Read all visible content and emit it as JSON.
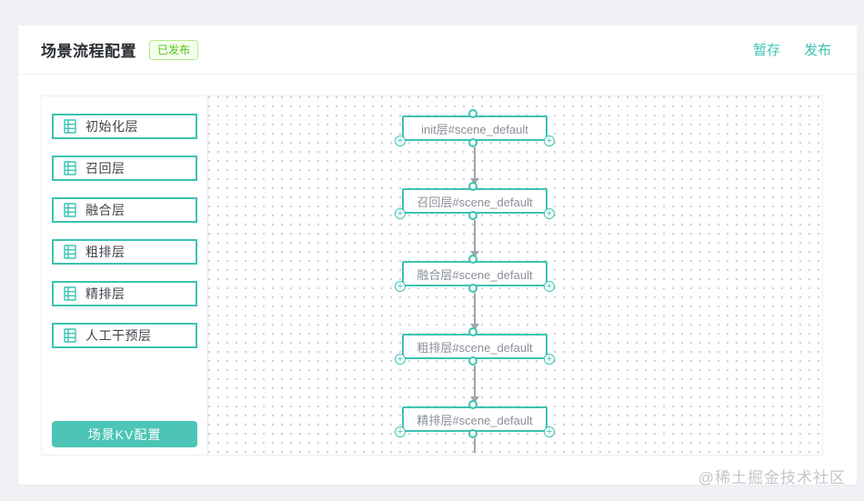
{
  "page": {
    "title": "场景流程配置",
    "status_badge": "已发布",
    "actions": {
      "save_draft": "暂存",
      "publish": "发布"
    },
    "watermark": "@稀土掘金技术社区"
  },
  "colors": {
    "accent_teal": "#3cc3b2",
    "button_teal": "#4cc5b6",
    "badge_green": "#52c41a",
    "badge_border": "#b7eb8f",
    "badge_bg": "#f6ffed",
    "arrow_gray": "#a0a5ac"
  },
  "icons": {
    "plus_glyph": "+"
  },
  "sidebar": {
    "items": [
      {
        "label": "初始化层",
        "icon": "layer-list-icon"
      },
      {
        "label": "召回层",
        "icon": "layer-list-icon"
      },
      {
        "label": "融合层",
        "icon": "layer-list-icon"
      },
      {
        "label": "粗排层",
        "icon": "layer-list-icon"
      },
      {
        "label": "精排层",
        "icon": "layer-list-icon"
      },
      {
        "label": "人工干预层",
        "icon": "layer-list-icon"
      }
    ],
    "kv_button_label": "场景KV配置"
  },
  "canvas": {
    "nodes": [
      {
        "label": "init层#scene_default"
      },
      {
        "label": "召回层#scene_default"
      },
      {
        "label": "融合层#scene_default"
      },
      {
        "label": "粗排层#scene_default"
      },
      {
        "label": "精排层#scene_default"
      }
    ]
  }
}
